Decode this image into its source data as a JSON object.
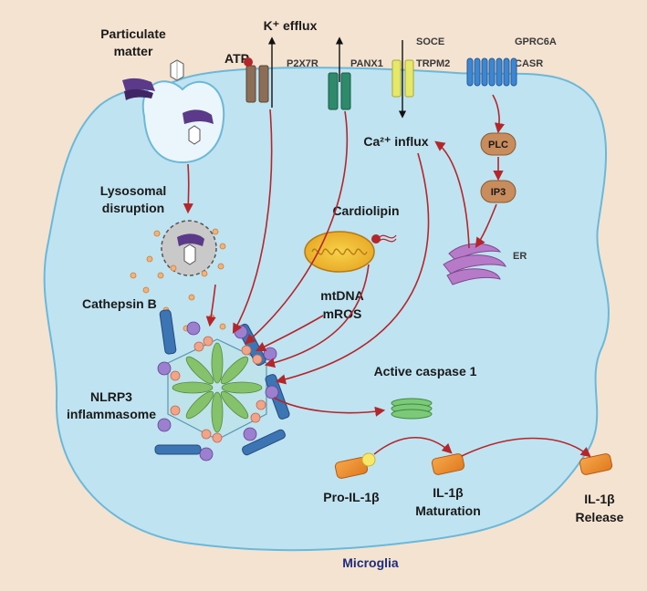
{
  "colors": {
    "background": "#f4e3d0",
    "cell_fill": "#bfe3f0",
    "cell_stroke": "#6cb8d8",
    "arrow": "#b3262b",
    "caption": "#1f2d7a"
  },
  "labels": {
    "particulate": [
      "Particulate",
      "matter"
    ],
    "k_efflux": "K⁺ efflux",
    "atp": "ATP",
    "p2x7r": "P2X7R",
    "panx1": "PANX1",
    "soce": "SOCE",
    "trpm2": "TRPM2",
    "gprc6a": "GPRC6A",
    "casr": "CASR",
    "plc": "PLC",
    "ip3": "IP3",
    "er": "ER",
    "ca_influx": "Ca²⁺ influx",
    "lysosomal": [
      "Lysosomal",
      "disruption"
    ],
    "cathepsin": "Cathepsin B",
    "cardiolipin": "Cardiolipin",
    "mtdna": "mtDNA",
    "mros": "mROS",
    "nlrp3": [
      "NLRP3",
      "inflammasome"
    ],
    "caspase": "Active caspase 1",
    "pro_il": "Pro-IL-1β",
    "il_mat": [
      "IL-1β",
      "Maturation"
    ],
    "il_rel": [
      "IL-1β",
      "Release"
    ],
    "microglia": "Microglia"
  },
  "icons": [
    "crystal-icon",
    "particle-icon",
    "lysosome-icon",
    "mitochondrion-icon",
    "endoplasmic-reticulum-icon",
    "inflammasome-icon",
    "caspase-icon",
    "cytokine-icon",
    "receptor-icon"
  ]
}
